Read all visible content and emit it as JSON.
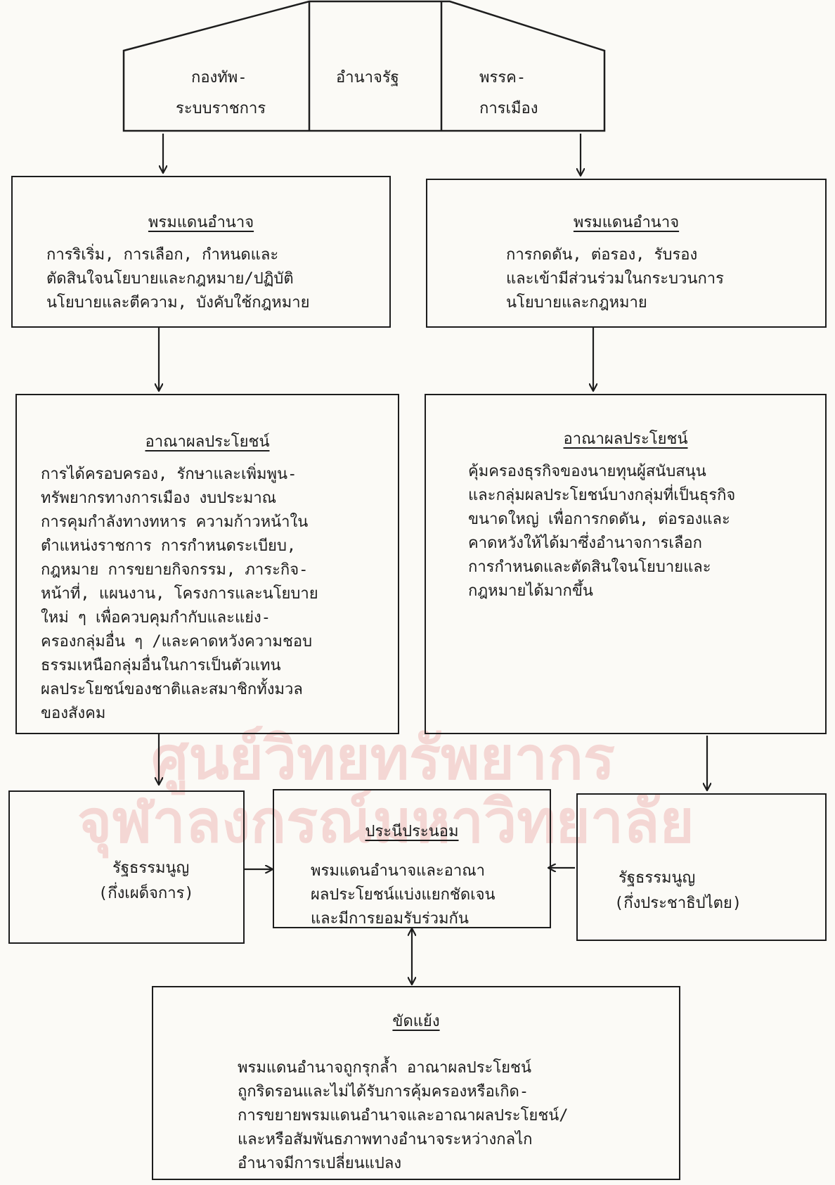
{
  "top": {
    "left": [
      "กองทัพ-",
      "ระบบราชการ"
    ],
    "center": "อำนาจรัฐ",
    "right": [
      "พรรค-",
      "การเมือง"
    ]
  },
  "power_left": {
    "heading": "พรมแดนอำนาจ",
    "lines": "การริเริ่ม, การเลือก, กำหนดและ\nตัดสินใจนโยบายและกฎหมาย/ปฏิบัติ\nนโยบายและตีความ, บังคับใช้กฎหมาย"
  },
  "power_right": {
    "heading": "พรมแดนอำนาจ",
    "lines": "การกดดัน, ต่อรอง, รับรอง\nและเข้ามีส่วนร่วมในกระบวนการ\nนโยบายและกฎหมาย"
  },
  "interest_left": {
    "heading": "อาณาผลประโยชน์",
    "lines": "การได้ครอบครอง, รักษาและเพิ่มพูน-\nทรัพยากรทางการเมือง งบประมาณ\nการคุมกำลังทางทหาร ความก้าวหน้าใน\nตำแหน่งราชการ การกำหนดระเบียบ,\nกฎหมาย การขยายกิจกรรม, ภาระกิจ-\nหน้าที่, แผนงาน, โครงการและนโยบาย\nใหม่ ๆ  เพื่อควบคุมกำกับและแย่ง-\nครองกลุ่มอื่น ๆ /และคาดหวังความชอบ\nธรรมเหนือกลุ่มอื่นในการเป็นตัวแทน\nผลประโยชน์ของชาติและสมาชิกทั้งมวล\nของสังคม"
  },
  "interest_right": {
    "heading": "อาณาผลประโยชน์",
    "lines": "คุ้มครองธุรกิจของนายทุนผู้สนับสนุน\nและกลุ่มผลประโยชน์บางกลุ่มที่เป็นธุรกิจ\nขนาดใหญ่ เพื่อการกดดัน, ต่อรองและ\nคาดหวังให้ได้มาซึ่งอำนาจการเลือก\nการกำหนดและตัดสินใจนโยบายและ\nกฎหมายได้มากขึ้น"
  },
  "constitution_left": {
    "line1": "รัฐธรรมนูญ",
    "line2": "(กึ่งเผด็จการ)"
  },
  "compromise": {
    "heading": "ประนีประนอม",
    "lines": "พรมแดนอำนาจและอาณา\nผลประโยชน์แบ่งแยกชัดเจน\nและมีการยอมรับร่วมกัน"
  },
  "constitution_right": {
    "line1": "รัฐธรรมนูญ",
    "line2": "(กึ่งประชาธิปไตย)"
  },
  "conflict": {
    "heading": "ขัดแย้ง",
    "lines": "พรมแดนอำนาจถูกรุกล้ำ  อาณาผลประโยชน์\nถูกริดรอนและไม่ได้รับการคุ้มครองหรือเกิด-\nการขยายพรมแดนอำนาจและอาณาผลประโยชน์/\nและหรือสัมพันธภาพทางอำนาจระหว่างกลไก\nอำนาจมีการเปลี่ยนแปลง"
  },
  "watermark": {
    "line1": "ศูนย์วิทยทรัพยากร",
    "line2": "จุฬาลงกรณ์มหาวิทยาลัย"
  }
}
